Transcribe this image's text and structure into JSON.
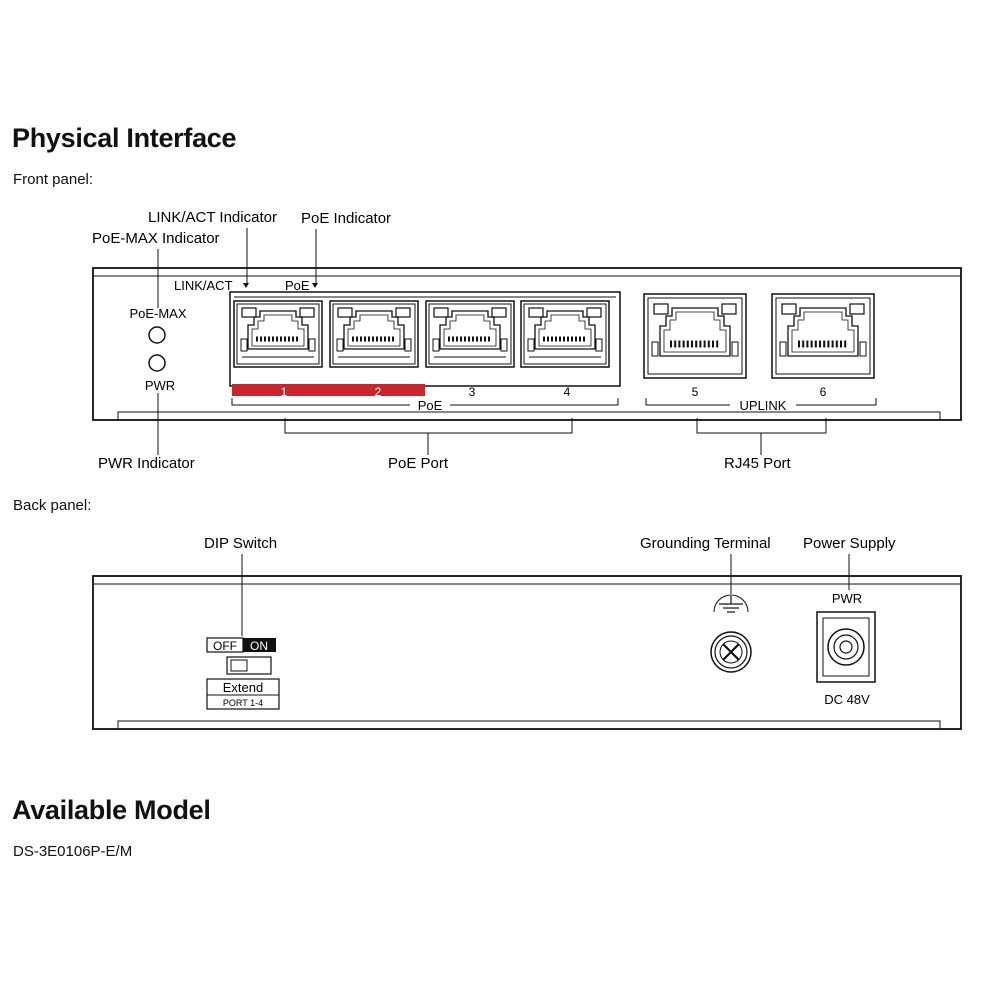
{
  "section_title": "Physical Interface",
  "front": {
    "caption": "Front panel:",
    "callouts": {
      "link_act_indicator": "LINK/ACT Indicator",
      "poe_indicator": "PoE Indicator",
      "poe_max_indicator": "PoE-MAX Indicator",
      "pwr_indicator": "PWR Indicator",
      "poe_port": "PoE Port",
      "rj45_port": "RJ45 Port"
    },
    "panel": {
      "link_act_label": "LINK/ACT",
      "poe_small_label": "PoE",
      "poe_max_led_label": "PoE-MAX",
      "pwr_led_label": "PWR",
      "port_numbers": [
        "1",
        "2",
        "3",
        "4",
        "5",
        "6"
      ],
      "poe_group_label": "PoE",
      "uplink_group_label": "UPLINK"
    },
    "colors": {
      "poe_port_highlight": "#c8262c"
    }
  },
  "back": {
    "caption": "Back panel:",
    "callouts": {
      "dip_switch": "DIP Switch",
      "grounding_terminal": "Grounding Terminal",
      "power_supply": "Power Supply"
    },
    "panel": {
      "dip_off": "OFF",
      "dip_on": "ON",
      "extend": "Extend",
      "ports": "PORT 1-4",
      "pwr": "PWR",
      "dc": "DC 48V"
    }
  },
  "models": {
    "title": "Available Model",
    "model": "DS-3E0106P-E/M"
  }
}
